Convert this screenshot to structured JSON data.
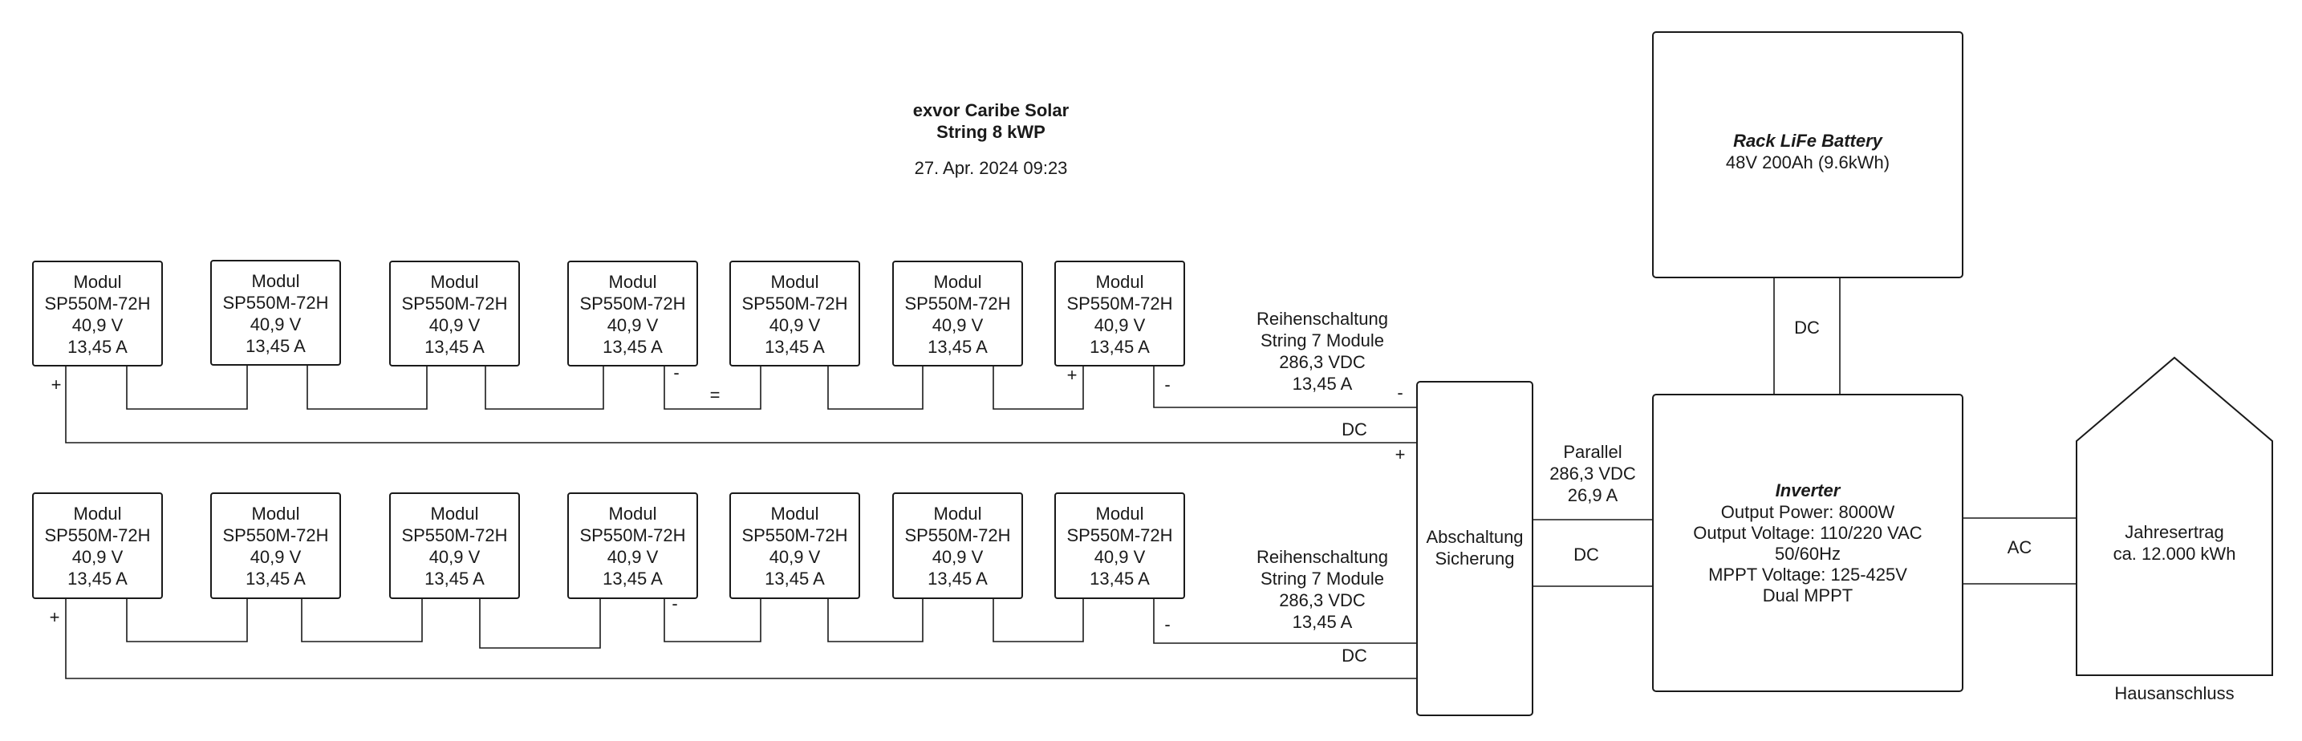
{
  "header": {
    "title_line1": "exvor Caribe Solar",
    "title_line2": "String 8 kWP",
    "date": "27. Apr. 2024 09:23"
  },
  "module": {
    "line1": "Modul",
    "line2": "SP550M-72H",
    "line3": "40,9 V",
    "line4": "13,45 A"
  },
  "string1": {
    "caption": [
      "Reihenschaltung",
      "String 7 Module",
      "286,3 VDC",
      "13,45 A"
    ],
    "dc_label": "DC",
    "markers": {
      "plus_start": "+",
      "minus_after_4": "-",
      "equals": "=",
      "plus_before_7": "+",
      "minus_after_7": "-",
      "minus_at_switch": "-",
      "plus_at_switch": "+"
    }
  },
  "string2": {
    "caption": [
      "Reihenschaltung",
      "String 7 Module",
      "286,3 VDC",
      "13,45 A"
    ],
    "dc_label": "DC",
    "markers": {
      "plus_start": "+",
      "minus_after_4": "-",
      "minus_after_7": "-"
    }
  },
  "switch_box": {
    "line1": "Abschaltung",
    "line2": "Sicherung"
  },
  "parallel": {
    "line1": "Parallel",
    "line2": "286,3 VDC",
    "line3": "26,9 A",
    "dc_label": "DC"
  },
  "battery": {
    "title": "Rack LiFe Battery",
    "spec": "48V 200Ah (9.6kWh)",
    "dc_label": "DC"
  },
  "inverter": {
    "title": "Inverter",
    "lines": [
      "Output Power: 8000W",
      "Output Voltage: 110/220 VAC",
      "50/60Hz",
      "MPPT Voltage: 125-425V",
      "Dual MPPT"
    ]
  },
  "ac_label": "AC",
  "house": {
    "line1": "Jahresertrag",
    "line2": "ca. 12.000 kWh",
    "caption": "Hausanschluss"
  }
}
